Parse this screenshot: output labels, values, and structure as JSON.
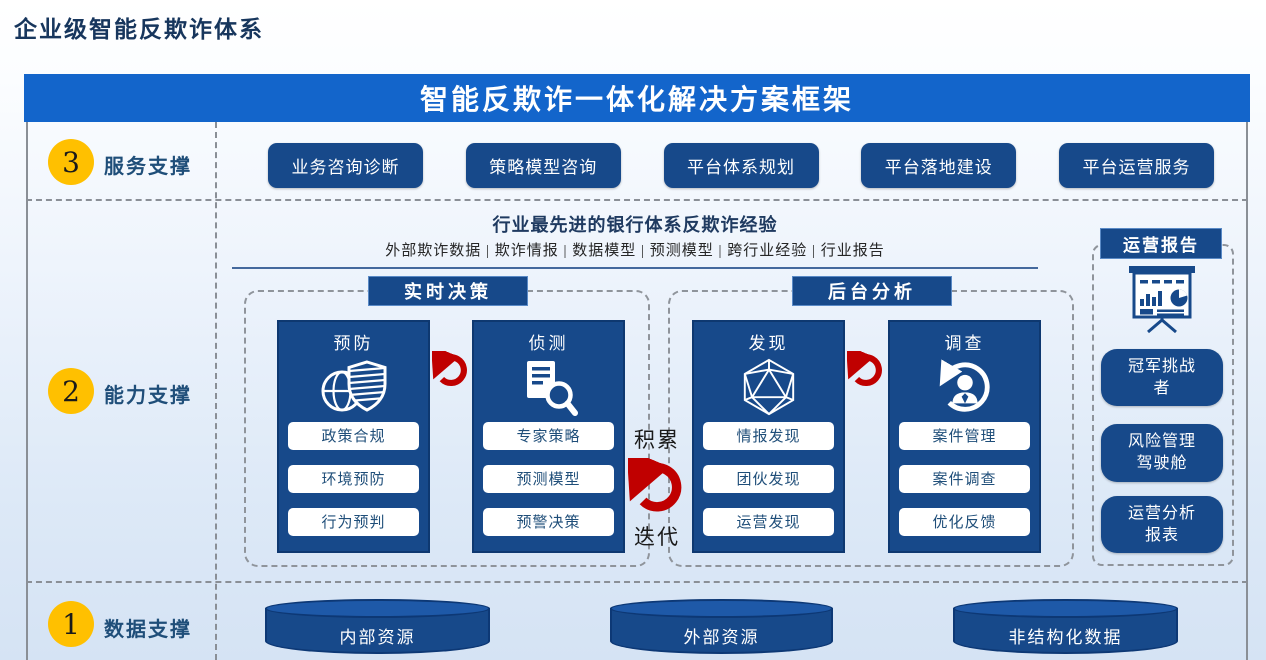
{
  "page_title": "企业级智能反欺诈体系",
  "banner": {
    "title": "智能反欺诈一体化解决方案框架"
  },
  "service": {
    "number": "3",
    "label": "服务支撑",
    "buttons": [
      "业务咨询诊断",
      "策略模型咨询",
      "平台体系规划",
      "平台落地建设",
      "平台运营服务"
    ]
  },
  "capability": {
    "number": "2",
    "label": "能力支撑",
    "headline": "行业最先进的银行体系反欺诈经验",
    "subline": "外部欺诈数据 | 欺诈情报 | 数据模型 | 预测模型 | 跨行业经验 | 行业报告",
    "realtime": {
      "title": "实时决策",
      "cards": [
        {
          "title": "预防",
          "icon": "globe-shield-icon",
          "items": [
            "政策合规",
            "环境预防",
            "行为预判"
          ]
        },
        {
          "title": "侦测",
          "icon": "document-search-icon",
          "items": [
            "专家策略",
            "预测模型",
            "预警决策"
          ]
        }
      ]
    },
    "backend": {
      "title": "后台分析",
      "cards": [
        {
          "title": "发现",
          "icon": "polyhedron-icon",
          "items": [
            "情报发现",
            "团伙发现",
            "运营发现"
          ]
        },
        {
          "title": "调查",
          "icon": "person-cycle-icon",
          "items": [
            "案件管理",
            "案件调查",
            "优化反馈"
          ]
        }
      ]
    },
    "cycle": {
      "top": "积累",
      "bottom": "迭代"
    },
    "report": {
      "title": "运营报告",
      "icon": "presentation-chart-icon",
      "buttons": [
        "冠军挑战者",
        "风险管理驾驶舱",
        "运营分析报表"
      ]
    }
  },
  "data_support": {
    "number": "1",
    "label": "数据支撑",
    "cylinders": [
      "内部资源",
      "外部资源",
      "非结构化数据"
    ]
  },
  "colors": {
    "banner_blue": "#1365cb",
    "card_navy": "#17498a",
    "accent_yellow": "#ffc000",
    "cycle_red": "#c00000",
    "title_navy": "#17365d"
  }
}
